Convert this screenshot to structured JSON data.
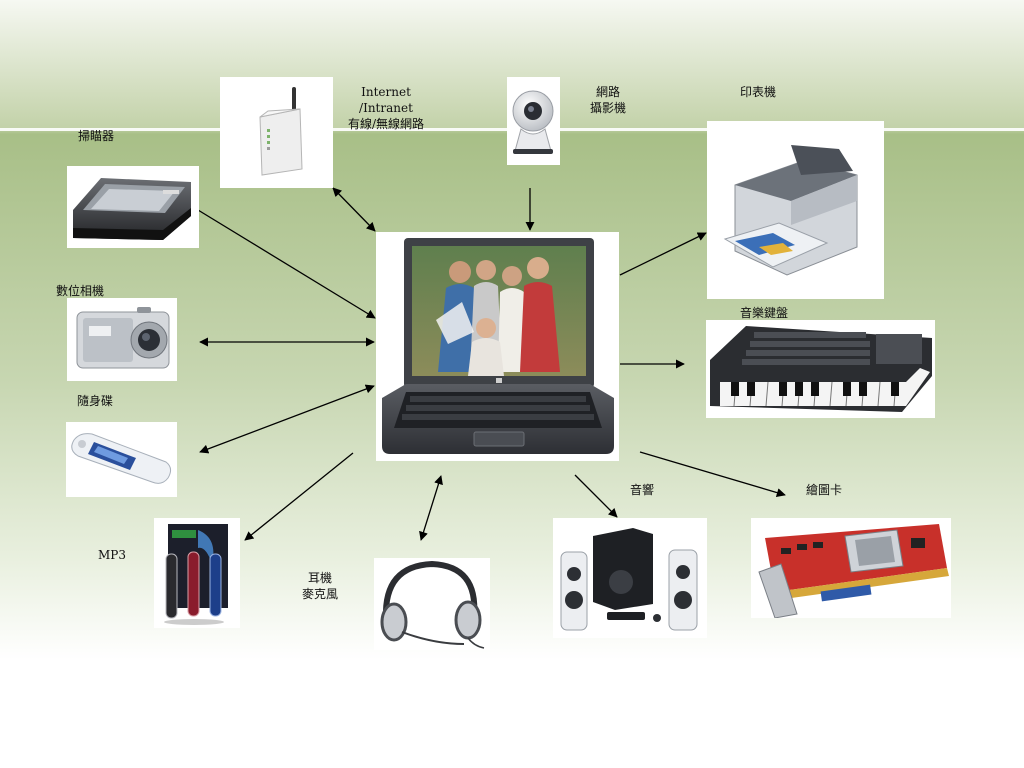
{
  "labels": {
    "scanner": "掃瞄器",
    "internet_1": "Internet",
    "internet_2": "/Intranet",
    "internet_3": "有線/無線網路",
    "webcam_1": "網路",
    "webcam_2": "攝影機",
    "printer": "印表機",
    "camera": "數位相機",
    "keyboard": "音樂鍵盤",
    "usb": "隨身碟",
    "speakers": "音響",
    "graphics": "繪圖卡",
    "mp3": "MP3",
    "headset_1": "耳機",
    "headset_2": "麥克風"
  },
  "colors": {
    "arrow": "#000000",
    "band_green": "#a8bf87",
    "board_red": "#c8302a"
  }
}
